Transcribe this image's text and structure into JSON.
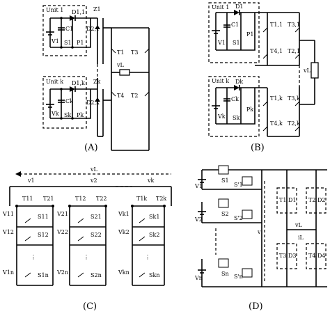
{
  "panels": {
    "A": {
      "caption": "(A)",
      "unit1": {
        "title": "Unit 1",
        "D": "D1,1",
        "C": "C1",
        "V": "V1",
        "S": "S1",
        "P": "P1",
        "Z": "Z1",
        "D2": "D2,1"
      },
      "unitk": {
        "title": "Unit k",
        "D": "D1,k",
        "C": "Ck",
        "V": "Vk",
        "S": "Sk",
        "P": "Pk",
        "Z": "Zk",
        "D2": "D2,k"
      },
      "switches": [
        "T1",
        "T3",
        "T4",
        "T2"
      ],
      "load": "vL"
    },
    "B": {
      "caption": "(B)",
      "unit1": {
        "title": "Unit 1",
        "D": "D1",
        "C": "C1",
        "V": "V1",
        "S": "S1",
        "P": "P1",
        "T": [
          "T1,1",
          "T3,1",
          "T4,1",
          "T2,1"
        ]
      },
      "unitk": {
        "title": "Unit k",
        "D": "Dk",
        "C": "Ck",
        "V": "Vk",
        "S": "Sk",
        "P": "Pk",
        "T": [
          "T1,k",
          "T3,k",
          "T4,k",
          "T2,k"
        ]
      },
      "load": "vL"
    },
    "C": {
      "caption": "(C)",
      "top_voltage": "vL",
      "cells": [
        {
          "v": "v1",
          "T": [
            "T11",
            "T21"
          ],
          "V": [
            "V11",
            "V12",
            "V1n"
          ],
          "S": [
            "S11",
            "S12",
            "S1n"
          ]
        },
        {
          "v": "v2",
          "T": [
            "T12",
            "T22"
          ],
          "V": [
            "V21",
            "V22",
            "V2n"
          ],
          "S": [
            "S21",
            "S22",
            "S2n"
          ]
        },
        {
          "v": "vk",
          "T": [
            "T1k",
            "T2k"
          ],
          "V": [
            "Vk1",
            "Vk2",
            "Vkn"
          ],
          "S": [
            "Sk1",
            "Sk2",
            "Skn"
          ]
        }
      ]
    },
    "D": {
      "caption": "(D)",
      "sources": [
        "V1",
        "V2",
        "Vn"
      ],
      "S_upper": [
        "S1",
        "S2",
        "Sn"
      ],
      "S_lower": [
        "S'1",
        "S'2",
        "S'n"
      ],
      "bridge": [
        "T1",
        "T2",
        "T3",
        "T4"
      ],
      "bridge_diodes": [
        "D1",
        "D2",
        "D3",
        "D4"
      ],
      "v_bus": "v",
      "v_load": "vL",
      "i_load": "iL"
    }
  }
}
